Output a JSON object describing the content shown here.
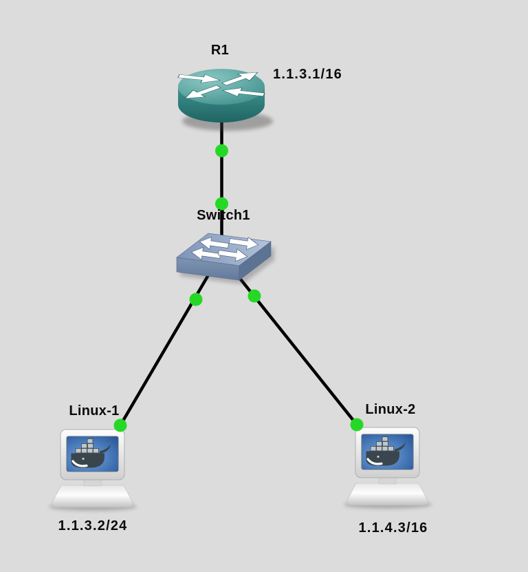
{
  "canvas": {
    "background_color": "#dcdcdc"
  },
  "colors": {
    "link": "#000000",
    "status_up": "#26d826",
    "router_teal": "#3f9391",
    "switch_blue": "#7189a8",
    "screen_blue": "#4577b8",
    "label_text": "#0a0a0a"
  },
  "icons": {
    "router": "router-icon",
    "switch": "ethernet-switch-icon",
    "host": "docker-host-icon",
    "status": "link-status-dot"
  },
  "nodes": [
    {
      "label": "R1",
      "type": "router",
      "ip_annotation": "1.1.3.1/16"
    },
    {
      "label": "Switch1",
      "type": "ethernet_switch"
    },
    {
      "label": "Linux-1",
      "type": "docker_host",
      "ip_annotation": "1.1.3.2/24"
    },
    {
      "label": "Linux-2",
      "type": "docker_host",
      "ip_annotation": "1.1.4.3/16"
    }
  ],
  "links": [
    {
      "from": "R1",
      "to": "Switch1",
      "status": "up"
    },
    {
      "from": "Switch1",
      "to": "Linux-1",
      "status": "up"
    },
    {
      "from": "Switch1",
      "to": "Linux-2",
      "status": "up"
    }
  ]
}
